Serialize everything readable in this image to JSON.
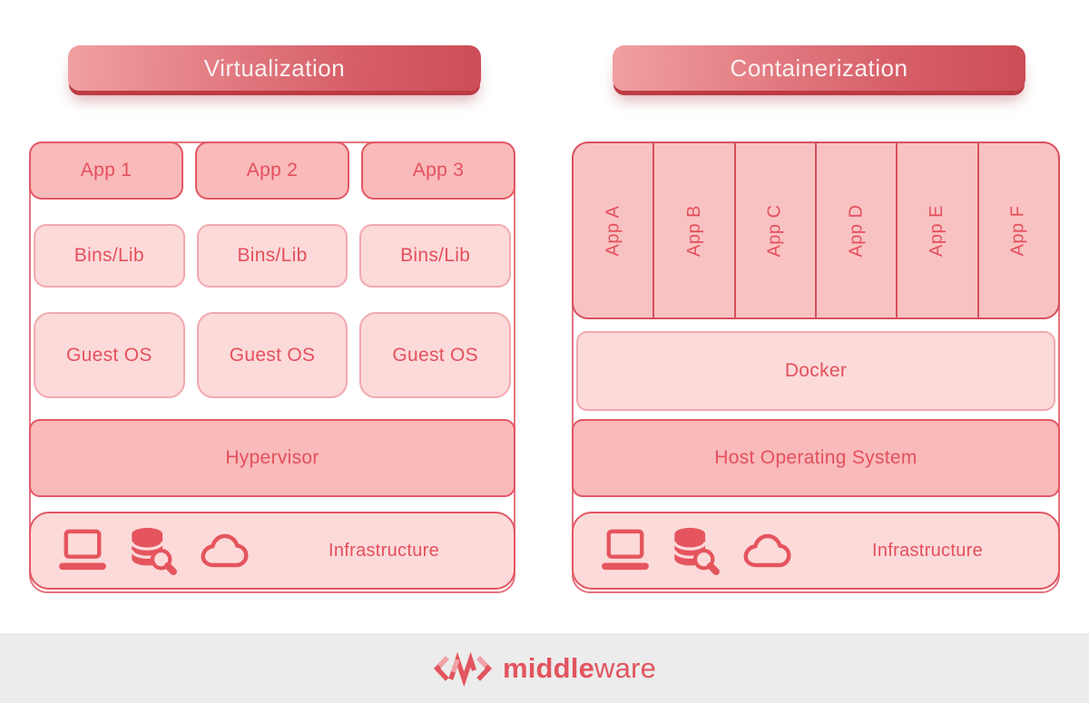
{
  "left": {
    "banner": "Virtualization",
    "apps": [
      "App 1",
      "App 2",
      "App 3"
    ],
    "bins": [
      "Bins/Lib",
      "Bins/Lib",
      "Bins/Lib"
    ],
    "guests": [
      "Guest OS",
      "Guest OS",
      "Guest OS"
    ],
    "hypervisor": "Hypervisor",
    "infrastructure": "Infrastructure"
  },
  "right": {
    "banner": "Containerization",
    "apps": [
      "App A",
      "App B",
      "App C",
      "App D",
      "App E",
      "App F"
    ],
    "docker": "Docker",
    "host_os": "Host Operating System",
    "infrastructure": "Infrastructure"
  },
  "footer": {
    "brand_bold": "middle",
    "brand_light": "ware"
  },
  "icons": {
    "infrastructure": [
      "laptop-icon",
      "database-search-icon",
      "cloud-icon"
    ],
    "logo": "middleware-code-logo"
  },
  "colors": {
    "accent_red": "#e4505c",
    "banner_gradient_start": "#f09b9c",
    "banner_gradient_end": "#ca434e",
    "box_dark_fill": "#f9baba",
    "box_dark_border": "#e35763",
    "box_light_fill": "#fcdada",
    "box_light_border": "#f2a9ae",
    "container_border": "#e5737e",
    "footer_bg": "#ececec"
  }
}
